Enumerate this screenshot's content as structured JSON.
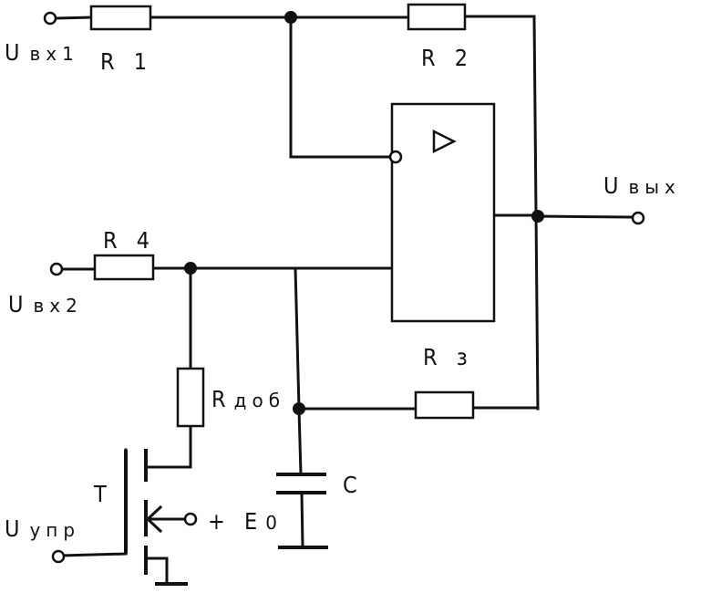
{
  "labels": {
    "uin1": "U",
    "uin1_sub": "вх1",
    "uin2": "U",
    "uin2_sub": "вх2",
    "uout": "U",
    "uout_sub": "вых",
    "uctrl": "U",
    "uctrl_sub": "упр",
    "r1": "R 1",
    "r2": "R 2",
    "r3": "R з",
    "r4": "R 4",
    "radd": "R",
    "radd_sub": "доб",
    "transistor": "T",
    "capacitor": "C",
    "supply": "+ E",
    "supply_sub": "0",
    "opamp_symbol": "▷"
  }
}
